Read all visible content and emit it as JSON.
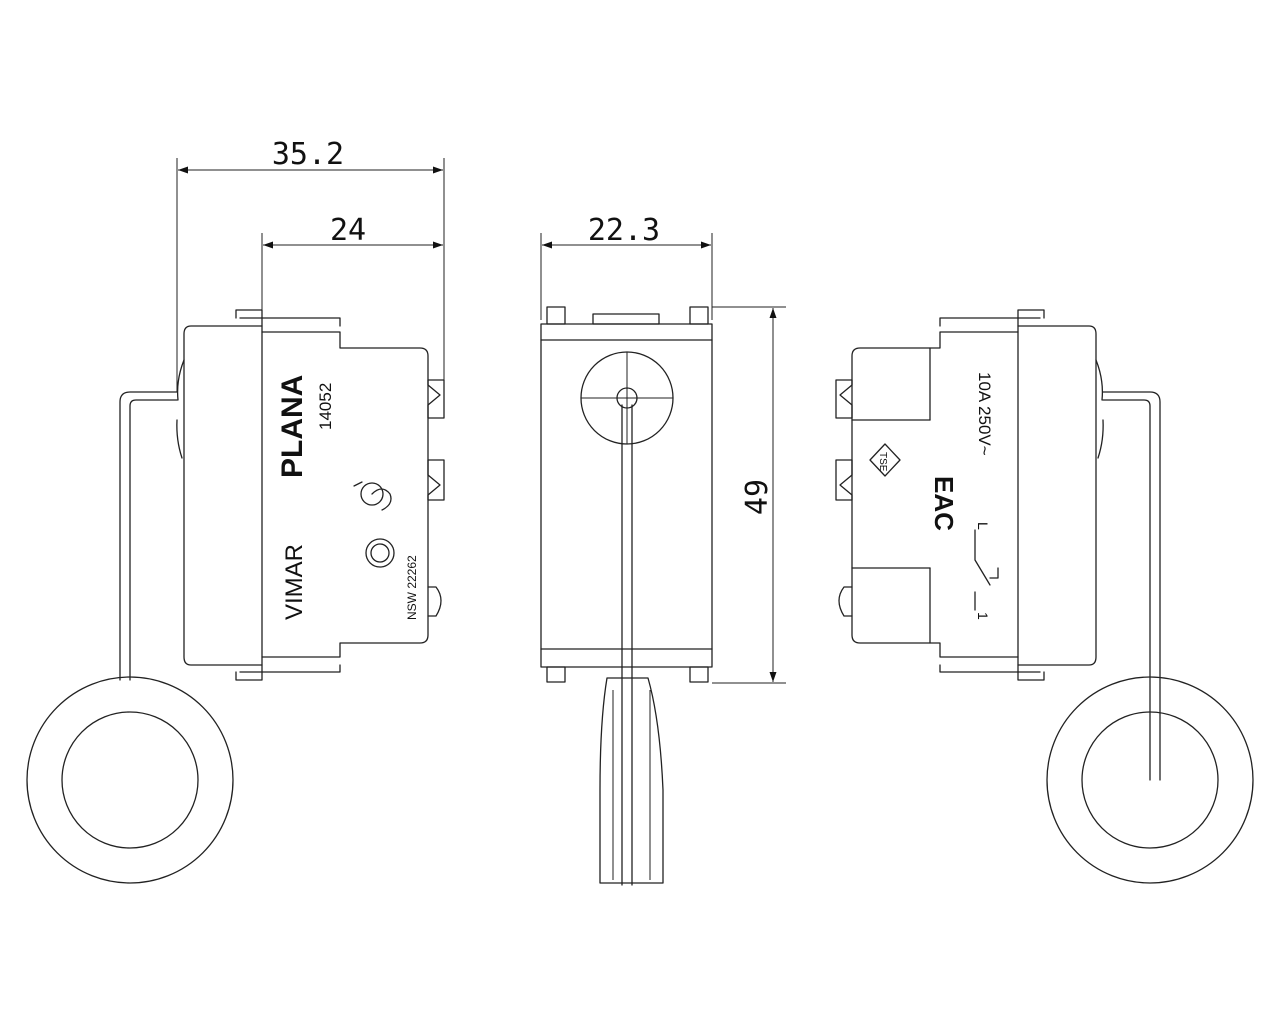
{
  "dimensions": {
    "overall_depth": "35.2",
    "body_depth": "24",
    "front_width": "22.3",
    "height": "49"
  },
  "left_view_markings": {
    "series": "PLANA",
    "code": "14052",
    "brand": "VIMAR",
    "approval": "NSW 22262"
  },
  "right_view_markings": {
    "rating": "10A  250V~",
    "cert_mark": "TSE",
    "eac_mark": "EAC",
    "terminal_L": "L",
    "terminal_1": "1"
  },
  "colors": {
    "line": "#222222",
    "background": "#ffffff"
  }
}
